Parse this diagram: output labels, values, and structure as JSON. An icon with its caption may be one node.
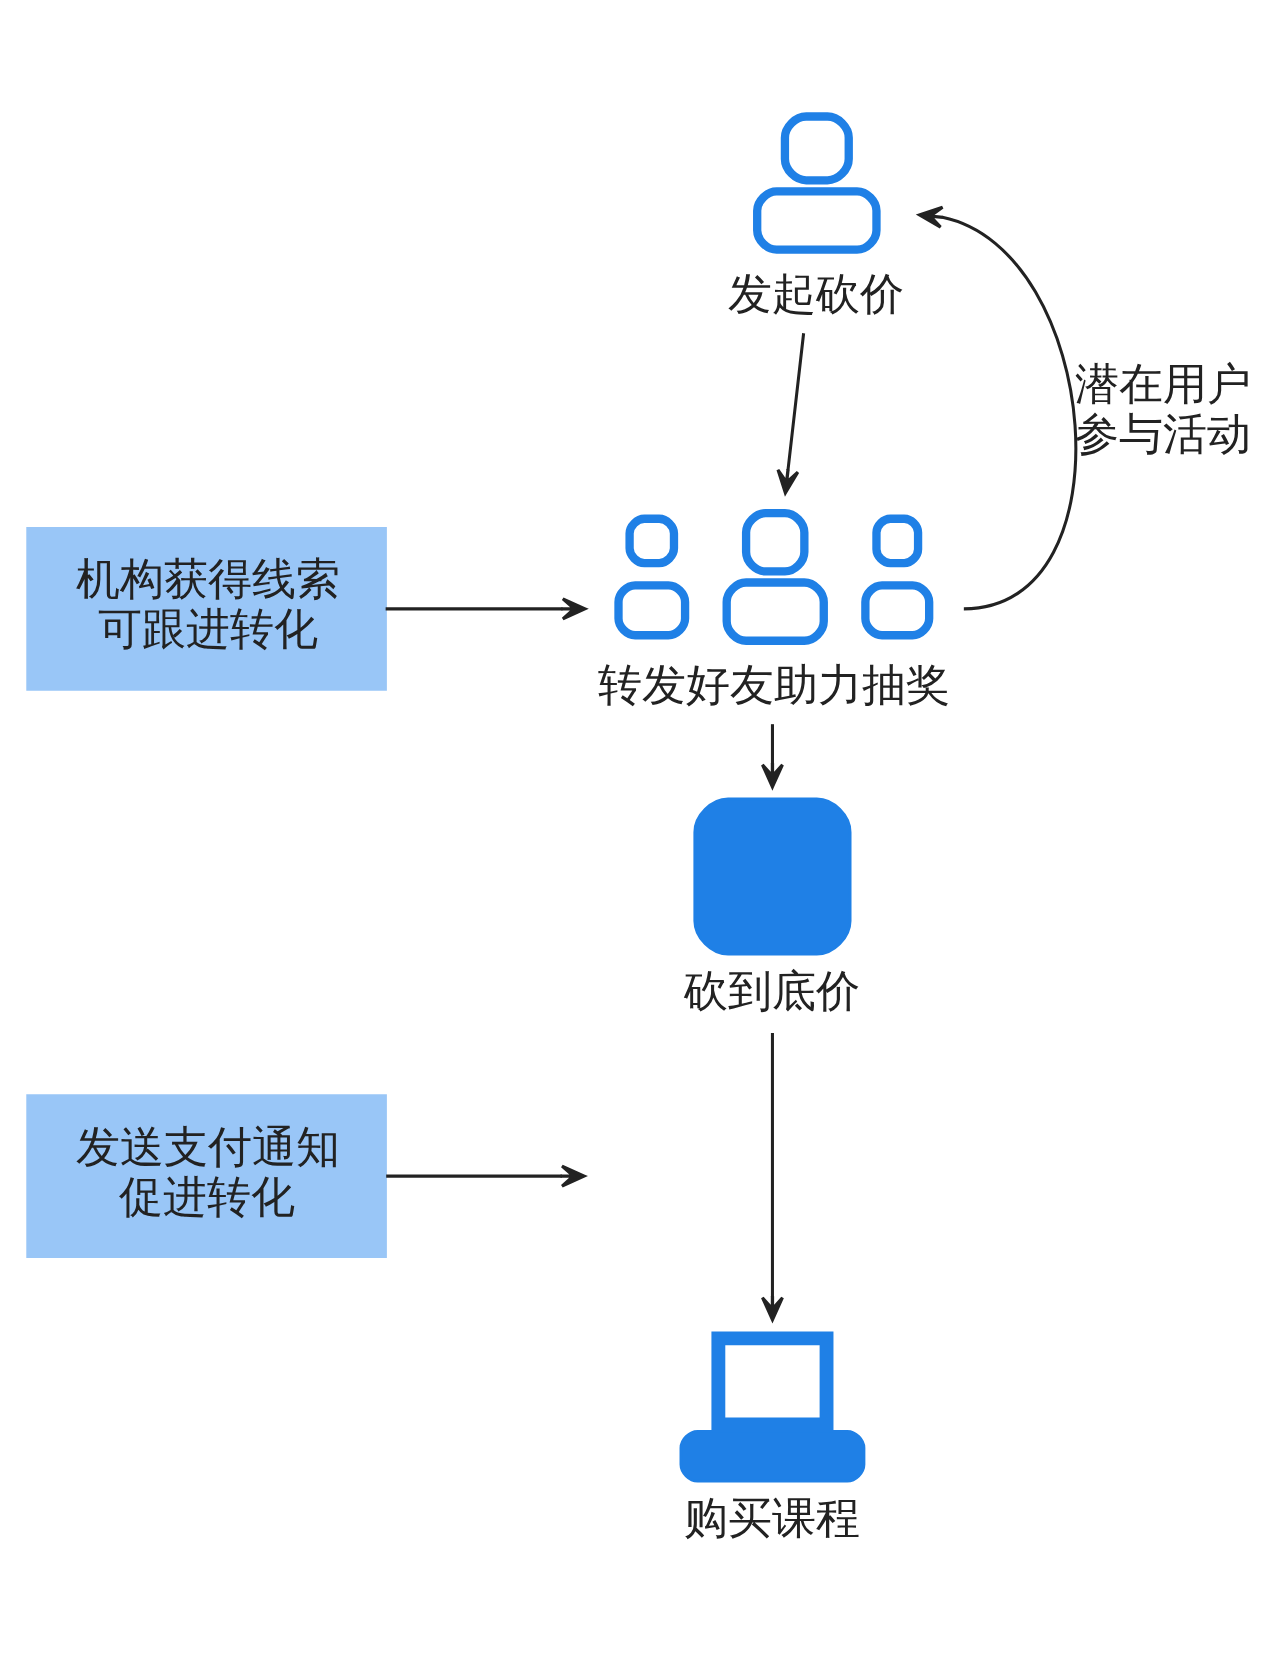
{
  "diagram": {
    "nodes": [
      {
        "text": [
          "发起砍价"
        ]
      },
      {
        "text": [
          "转发好友助力抽奖"
        ]
      },
      {
        "text": [
          "砍到底价"
        ]
      },
      {
        "text": [
          "购买课程"
        ]
      },
      {
        "text": [
          "机构获得线索可跟进转化"
        ]
      },
      {
        "text": [
          "发送支付通知促进转化"
        ]
      }
    ],
    "edges": [
      {
        "from": 0,
        "to": 1,
        "arrow": "to"
      },
      {
        "from": 4,
        "to": 1,
        "arrow": "to"
      },
      {
        "from": 1,
        "to": 0,
        "arrow": "to",
        "label": "潜在用户参与活动"
      },
      {
        "from": 1,
        "to": 2,
        "arrow": "to"
      },
      {
        "from": 2,
        "to": 3,
        "arrow": "to"
      },
      {
        "from": 5,
        "to": null,
        "arrow": "to"
      }
    ]
  }
}
